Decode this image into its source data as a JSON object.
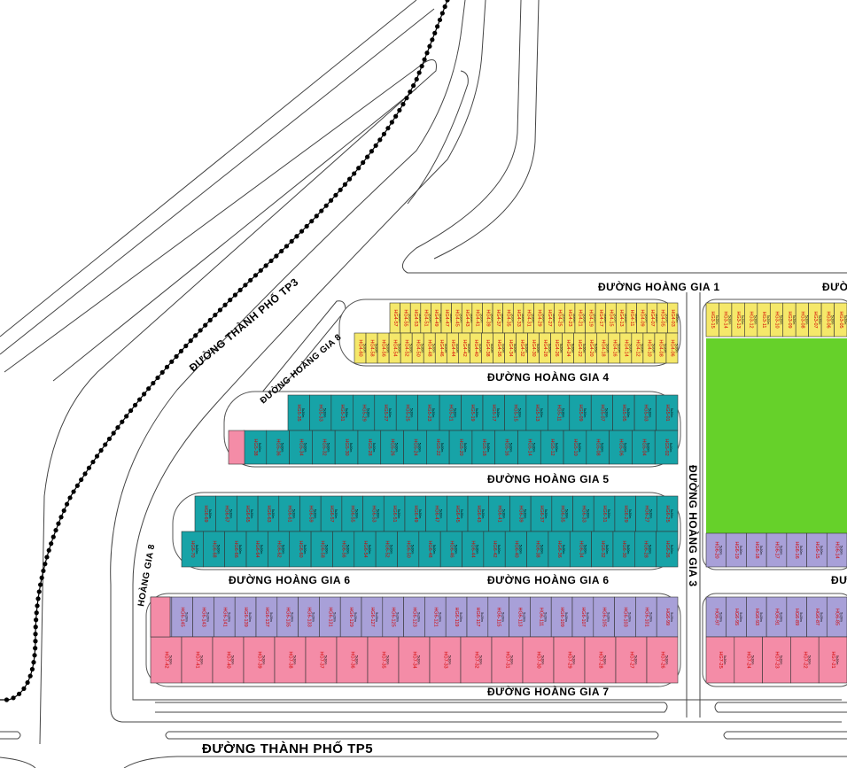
{
  "colors": {
    "yellow": "#f5e86a",
    "teal": "#17a3a7",
    "pink": "#f48ca7",
    "purple": "#a8a0d8",
    "green": "#66d12a",
    "lot_text": "#d40000",
    "rail": "#000000"
  },
  "roads": {
    "tp3": "ĐƯỜNG THÀNH PHỐ TP3",
    "hg1": "ĐƯỜNG HOÀNG GIA 1",
    "hg1_right": "ĐƯỜ",
    "hg4": "ĐƯỜNG HOÀNG GIA 4",
    "hg8": "ĐƯỜNG HOÀNG GIA 8",
    "hg5": "ĐƯỜNG HOÀNG GIA 5",
    "hg3": "ĐƯỜNG HOÀNG GIA 3",
    "hg6_left": "ĐƯỜNG HOÀNG GIA 6",
    "hg6_mid": "ĐƯỜNG HOÀNG GIA 6",
    "hg6_right": "ĐƯ",
    "hg8_vertical": "HOÀNG GIA 8",
    "hg7": "ĐƯỜNG HOÀNG GIA 7",
    "tp5": "ĐƯỜNG THÀNH PHỐ TP5"
  },
  "lots": {
    "yellow_top": [
      "HG4-57",
      "HG4-55",
      "HG4-53",
      "HG4-51",
      "HG4-49",
      "HG4-47",
      "HG4-45",
      "HG4-43",
      "HG4-41",
      "HG4-39",
      "HG4-37",
      "HG4-35",
      "HG4-33",
      "HG4-31",
      "HG4-29",
      "HG4-27",
      "HG4-25",
      "HG4-23",
      "HG4-21",
      "HG4-19",
      "HG4-17",
      "HG4-15",
      "HG4-13",
      "HG4-11",
      "HG4-09",
      "HG4-07",
      "HG4-05",
      "HG4-03"
    ],
    "yellow_bottom": [
      "HG4-60",
      "HG4-58",
      "HG4-56",
      "HG4-54",
      "HG4-52",
      "HG4-50",
      "HG4-48",
      "HG4-46",
      "HG4-44",
      "HG4-42",
      "HG4-40",
      "HG4-38",
      "HG4-36",
      "HG4-34",
      "HG4-32",
      "HG4-30",
      "HG4-28",
      "HG4-26",
      "HG4-24",
      "HG4-22",
      "HG4-20",
      "HG4-18",
      "HG4-16",
      "HG4-14",
      "HG4-12",
      "HG4-10",
      "HG4-08",
      "HG4-06"
    ],
    "teal_a_top": [
      "HG5-35",
      "HG5-33",
      "HG5-31",
      "HG5-29",
      "HG5-27",
      "HG5-25",
      "HG5-23",
      "HG5-21",
      "HG5-19",
      "HG5-17",
      "HG5-15",
      "HG5-13",
      "HG5-11",
      "HG5-09",
      "HG5-07",
      "HG5-05",
      "HG5-03",
      "HG5-01"
    ],
    "teal_a_bottom": [
      "HG5-38",
      "HG5-36",
      "HG5-34",
      "HG5-32",
      "HG5-30",
      "HG5-28",
      "HG5-26",
      "HG5-24",
      "HG5-22",
      "HG5-20",
      "HG5-18",
      "HG5-16",
      "HG5-14",
      "HG5-12",
      "HG5-10",
      "HG5-08",
      "HG5-06",
      "HG5-04",
      "HG5-02"
    ],
    "teal_b_top": [
      "HG6-69",
      "HG6-67",
      "HG6-65",
      "HG6-63",
      "HG6-61",
      "HG6-59",
      "HG6-57",
      "HG6-55",
      "HG6-53",
      "HG6-51",
      "HG6-49",
      "HG6-47",
      "HG6-45",
      "HG6-43",
      "HG6-41",
      "HG6-39",
      "HG6-37",
      "HG6-35",
      "HG6-33",
      "HG6-31",
      "HG6-29",
      "HG6-27",
      "HG6-25"
    ],
    "teal_b_bottom": [
      "HG6-70",
      "HG6-68",
      "HG6-66",
      "HG6-64",
      "HG6-62",
      "HG6-60",
      "HG6-58",
      "HG6-56",
      "HG6-54",
      "HG6-52",
      "HG6-50",
      "HG6-48",
      "HG6-46",
      "HG6-44",
      "HG6-42",
      "HG6-40",
      "HG6-38",
      "HG6-36",
      "HG6-34",
      "HG6-32",
      "HG6-30",
      "HG6-28",
      "HG6-26"
    ],
    "hg7_top": [
      "HG6-147",
      "HG6-145",
      "HG6-143",
      "HG6-141",
      "HG6-139",
      "HG6-137",
      "HG6-135",
      "HG6-133",
      "HG6-131",
      "HG6-129",
      "HG6-127",
      "HG6-125",
      "HG6-123",
      "HG6-121",
      "HG6-119",
      "HG6-117",
      "HG6-115",
      "HG6-113",
      "HG6-111",
      "HG6-109",
      "HG6-107",
      "HG6-105",
      "HG6-103",
      "HG6-101",
      "HG6-99"
    ],
    "hg7_bottom": [
      "HG7-42",
      "HG7-41",
      "HG7-40",
      "HG7-39",
      "HG7-38",
      "HG7-37",
      "HG7-36",
      "HG7-35",
      "HG7-34",
      "HG7-33",
      "HG7-32",
      "HG7-31",
      "HG7-30",
      "HG7-29",
      "HG7-28",
      "HG7-27",
      "HG7-26"
    ],
    "right_yellow": [
      "HG3-15",
      "HG3-14",
      "HG3-13",
      "HG3-12",
      "HG3-11",
      "HG3-10",
      "HG3-09",
      "HG3-08",
      "HG3-07",
      "HG3-06",
      "HG3-05"
    ],
    "right_purple": [
      "HG6-20",
      "HG6-19",
      "HG6-18",
      "HG6-17",
      "HG6-16",
      "HG6-15",
      "HG6-14"
    ],
    "right_hg7_top": [
      "HG6-97",
      "HG6-95",
      "HG6-93",
      "HG6-91",
      "HG6-89",
      "HG6-87",
      "HG6-85"
    ],
    "right_hg7_bottom": [
      "HG7-25",
      "HG7-24",
      "HG7-23",
      "HG7-22",
      "HG7-21"
    ],
    "sub": "5x20m"
  }
}
